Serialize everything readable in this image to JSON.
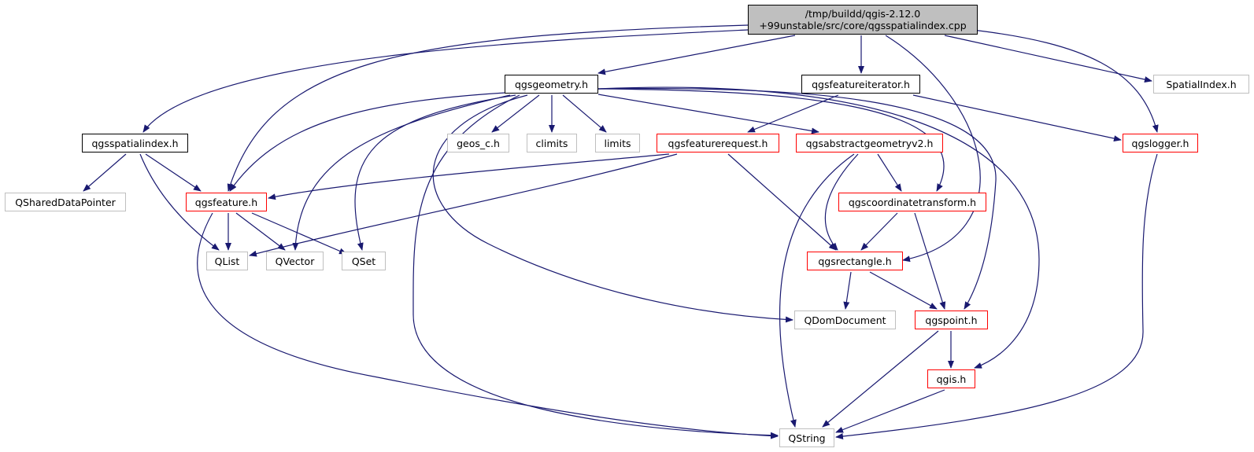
{
  "nodes": {
    "root_line1": "/tmp/buildd/qgis-2.12.0",
    "root_line2": "+99unstable/src/core/qgsspatialindex.cpp",
    "qgsgeometry": "qgsgeometry.h",
    "qgsfeatureiterator": "qgsfeatureiterator.h",
    "spatialindex": "SpatialIndex.h",
    "qgsspatialindex": "qgsspatialindex.h",
    "geos_c": "geos_c.h",
    "climits": "climits",
    "limits": "limits",
    "qgsfeaturerequest": "qgsfeaturerequest.h",
    "qgsabstractgeometryv2": "qgsabstractgeometryv2.h",
    "qgslogger": "qgslogger.h",
    "qshareddatapointer": "QSharedDataPointer",
    "qgsfeature": "qgsfeature.h",
    "qgscoordinatetransform": "qgscoordinatetransform.h",
    "qlist": "QList",
    "qvector": "QVector",
    "qset": "QSet",
    "qgsrectangle": "qgsrectangle.h",
    "qdomdocument": "QDomDocument",
    "qgspoint": "qgspoint.h",
    "qgis": "qgis.h",
    "qstring": "QString"
  },
  "colors": {
    "edge": "#191970",
    "linked_border": "#000000",
    "incomplete_border": "#ff0000",
    "external_border": "#bfbfbf",
    "root_fill": "#bfbfbf"
  }
}
